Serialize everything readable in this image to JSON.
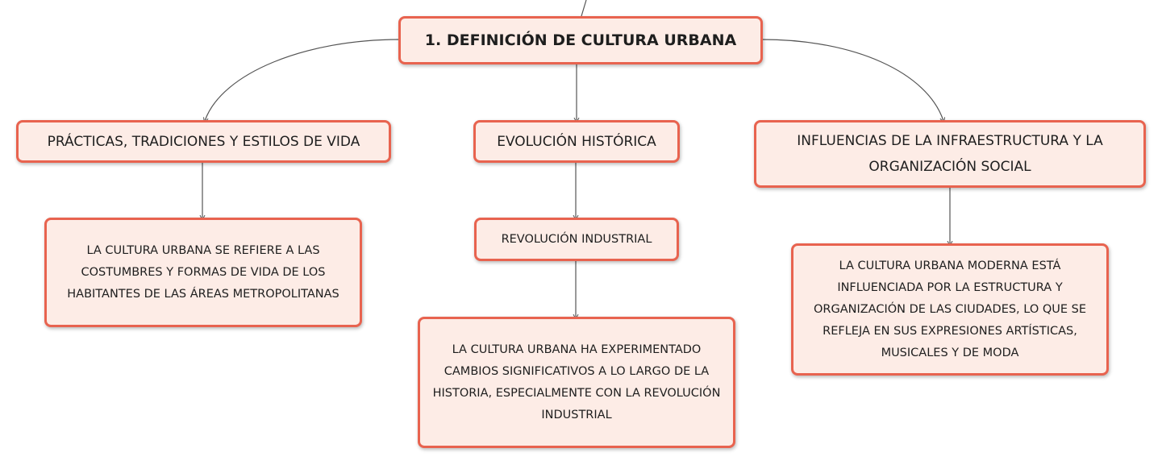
{
  "root": {
    "label": "1. DEFINICIÓN DE CULTURA URBANA"
  },
  "branches": [
    {
      "label": "PRÁCTICAS, TRADICIONES Y ESTILOS DE VIDA",
      "children": [
        {
          "label": "LA CULTURA URBANA SE REFIERE A LAS COSTUMBRES Y FORMAS DE VIDA DE LOS HABITANTES DE LAS ÁREAS METROPOLITANAS"
        }
      ]
    },
    {
      "label": "EVOLUCIÓN HISTÓRICA",
      "children": [
        {
          "label": "REVOLUCIÓN INDUSTRIAL"
        },
        {
          "label": "LA CULTURA URBANA HA EXPERIMENTADO CAMBIOS SIGNIFICATIVOS A LO LARGO DE LA HISTORIA, ESPECIALMENTE CON LA REVOLUCIÓN INDUSTRIAL"
        }
      ]
    },
    {
      "label": "INFLUENCIAS DE LA INFRAESTRUCTURA Y LA ORGANIZACIÓN SOCIAL",
      "children": [
        {
          "label": "LA CULTURA URBANA MODERNA ESTÁ INFLUENCIADA POR LA ESTRUCTURA Y ORGANIZACIÓN DE LAS CIUDADES, LO QUE SE REFLEJA EN SUS EXPRESIONES ARTÍSTICAS, MUSICALES Y DE MODA"
        }
      ]
    }
  ],
  "colors": {
    "node_fill": "#fdece6",
    "node_border": "#e8634f",
    "connector": "#555555"
  }
}
